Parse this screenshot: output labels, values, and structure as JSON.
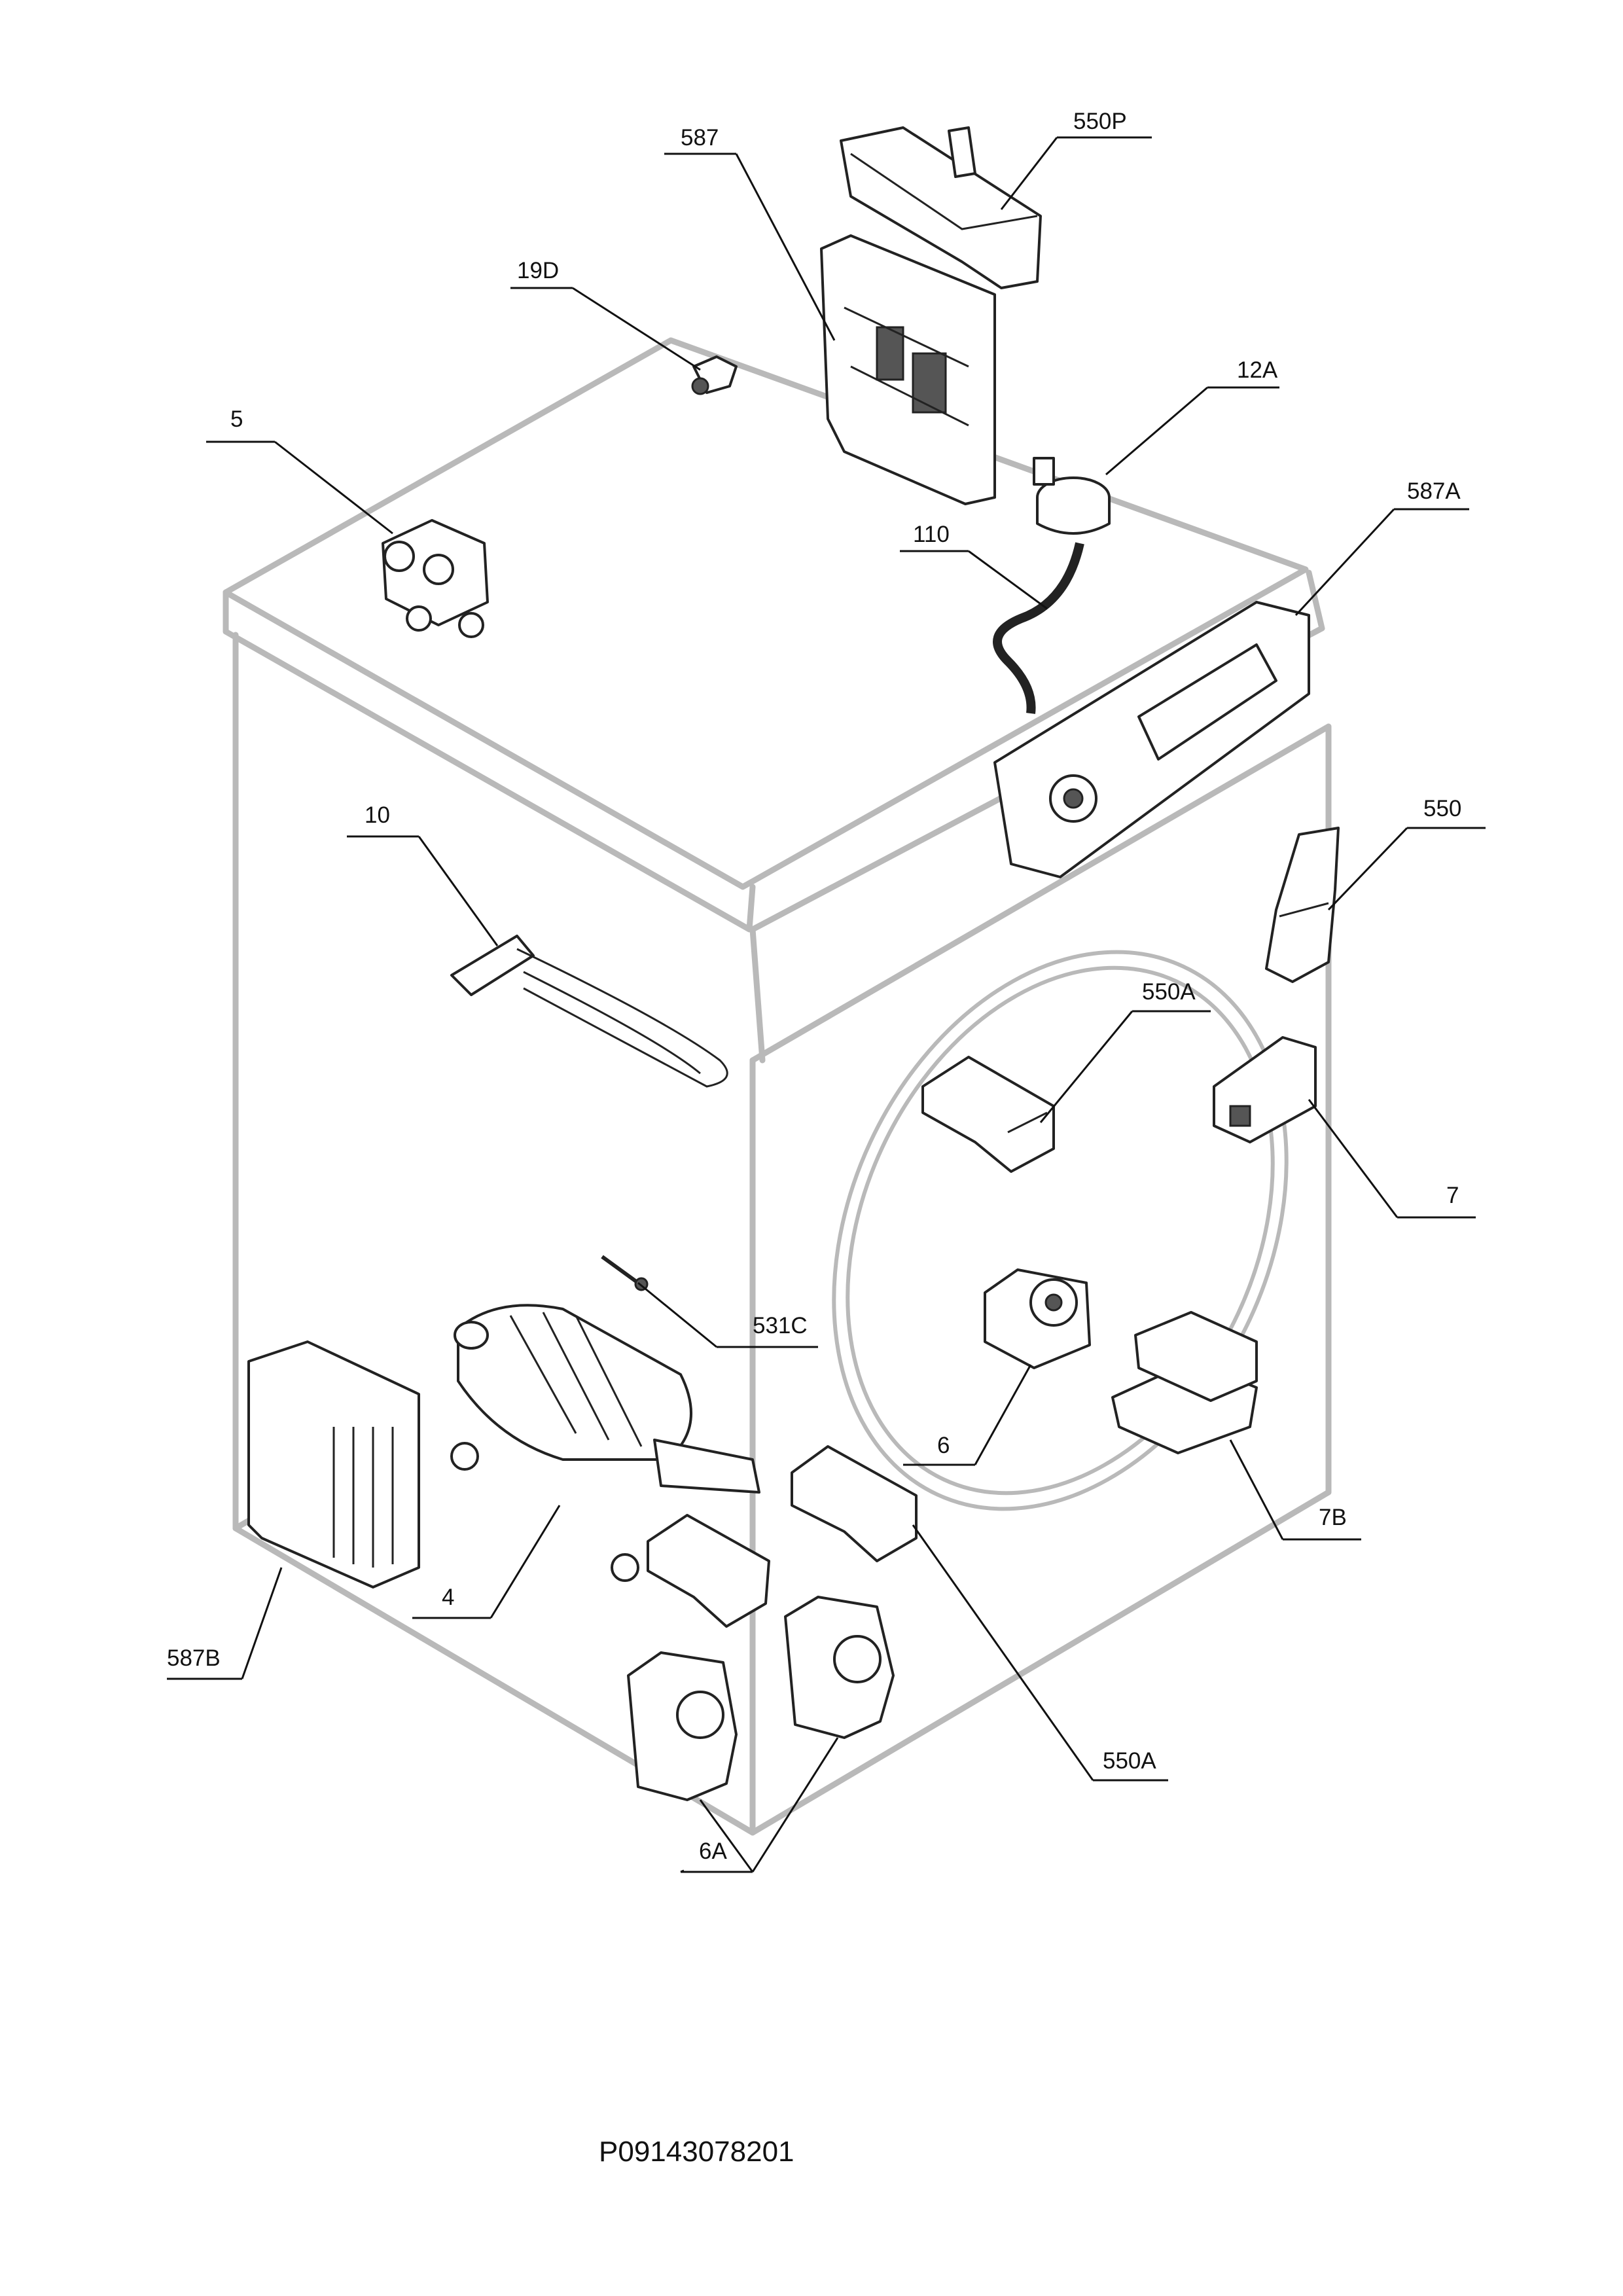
{
  "callouts": {
    "c550P": "550P",
    "c587": "587",
    "c19D": "19D",
    "c12A": "12A",
    "c5": "5",
    "c110": "110",
    "c587A": "587A",
    "c10": "10",
    "c550": "550",
    "c550A_top": "550A",
    "c7": "7",
    "c531C": "531C",
    "c6": "6",
    "c7B": "7B",
    "c4": "4",
    "c587B": "587B",
    "c550A_bottom": "550A",
    "c6A": "6A"
  },
  "document_code": "P09143078201"
}
